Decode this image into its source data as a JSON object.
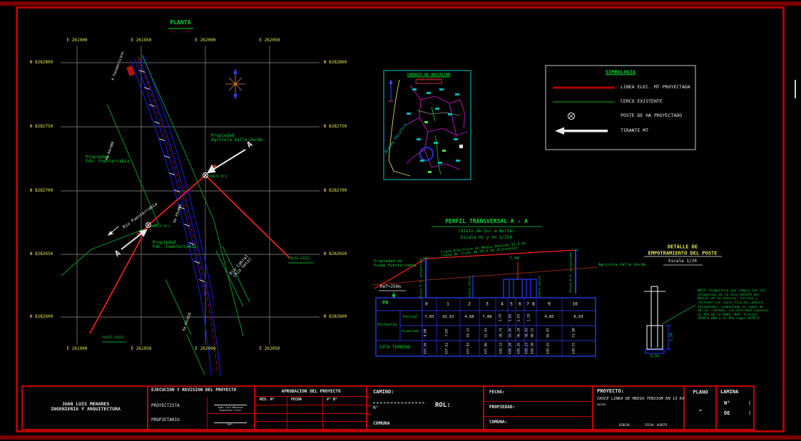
{
  "plan": {
    "title": "PLANTA",
    "scale": "ESC. 1/500",
    "grid": {
      "top": [
        "E 261900",
        "E 261950",
        "E 262000",
        "E 262050"
      ],
      "bottom": [
        "E 261900",
        "E 261950",
        "E 262000",
        "E 262050"
      ],
      "left": [
        "N 8282800",
        "N 8282750",
        "N 8282700",
        "N 8282650",
        "N 8282600"
      ],
      "right": [
        "N 8282800",
        "N 8282750",
        "N 8282700",
        "N 8282650",
        "N 8282600"
      ]
    },
    "labels": {
      "prop_left1": "Propiedad",
      "prop_left2": "Fdo. Fuenterrabia",
      "prop_right1": "Propiedad",
      "prop_right2": "Agricola Valle Verde",
      "prop_bottom1": "Propiedad",
      "prop_bottom2": "Fdo. Fuenterrabia",
      "rio_main": "Rio Fuenterrabia",
      "rio_sec1": "Rio Cabral",
      "rio_sec2": "(Rio Seco)",
      "road_top": "A Panamericana",
      "km1": "Km 04+980",
      "km2": "Km 05+000",
      "km3": "Km 05+020",
      "poste1": "POSTE N°1",
      "poste2": "POSTE N°2",
      "exist1": "POSTE EXIST.",
      "exist2": "POSTE EXIST.",
      "section": "A"
    }
  },
  "croquis": {
    "title": "CROQUIS DE UBICACION",
    "subtitle": "(SIN ESCALA)",
    "ocean": "Oceano Pacifico"
  },
  "legend": {
    "title": "SIMBOLOGIA",
    "items": [
      "LINEA ELEC. MT PROYECTADA",
      "CERCO EXISTENTE",
      "POSTE DE HA PROYECTADO",
      "TIRANTE MT"
    ]
  },
  "profile": {
    "title": "PERFIL TRANSVERSAL A - A",
    "subtitle": "(Visto de Sur a Norte)",
    "scale": "Escala Hz y V= 1/250",
    "note1": "Cruce electrico en Media Tension 13.2 Kv",
    "note2": "(vano de cruce de 50 m de distancia)",
    "ref": "Ref=250m",
    "dim": "7,44",
    "prop_left1": "Propiedad de",
    "prop_left2": "Fundo Fuenterrabia",
    "prop_right": "Agricola Valle Verde",
    "marks": [
      "Poste H.A. proyectado",
      "cerco exist.",
      "cerco exist.",
      "Poste H.A. proyectado"
    ],
    "table": {
      "pr_label": "PR",
      "distancia_label": "Distancia",
      "parcial_label": "Parcial",
      "acumulado_label": "Acumulado",
      "cota_label": "COTA TERRENO",
      "pr": [
        "0",
        "1",
        "2",
        "3",
        "4",
        "5",
        "6",
        "7",
        "8",
        "9",
        "10"
      ],
      "parcial": [
        "7,83",
        "10,32",
        "4,68",
        "7,88",
        "2,55",
        "3,02",
        "2,65",
        "1,19",
        "4,85",
        "6,93"
      ],
      "acumulado": [
        "0,00",
        "7,83",
        "18,15",
        "22,83",
        "30,71",
        "33,26",
        "36,28",
        "38,93",
        "40,12",
        "44,97",
        "51,90"
      ],
      "cota": [
        "437,56",
        "437,62",
        "437,93",
        "437,86",
        "438,13",
        "438,20",
        "438,26",
        "438,23",
        "438,30",
        "438,42",
        "438,51"
      ]
    }
  },
  "detail": {
    "title1": "DETALLE DE",
    "title2": "EMPOTRAMIENTO DEL POSTE",
    "scale": "Escala 1/20",
    "dim_v": "1,50",
    "dim_h": "0,50",
    "note_lines": [
      "NOTA: Asegurarse que cumpla con las",
      "exigencias de la Guia AASHTO del",
      "Manual de Carreteras; terreno a",
      "rellenar con suelo fino de cantera",
      "zarandeado, compactado en capas de",
      "20 cm; vibrado, con densidad superior",
      "al 95% de la DENS. MAX. Proctor",
      "ASTM D 698 o el 95% segun ASTM D"
    ]
  },
  "titleblock": {
    "company_line1": "JUAN LUIS MENARES",
    "company_line2": "INGENIERIA Y ARQUITECTURA",
    "ejecucion_header": "EJECUCION Y REVISION DEL PROYECTO",
    "proyectista_label": "PROYECTISTA",
    "propietario_label": "PROPIETARIO",
    "sig_name": "Juan Luis Menares",
    "sig_title": "Ingeniero Civil",
    "rut_label": "RUT:",
    "aprobacion_header": "APROBACION DEL PROYECTO",
    "col_res": "RES. N°",
    "col_fecha": "FECHA",
    "col_vb": "V° B°",
    "camino_label": "CAMINO:",
    "n_label": "N°",
    "comuna_label": "COMUNA",
    "rol_label": "ROL:",
    "fecha_label": "FECHA:",
    "propiedad_label": "PROPIEDAD:",
    "comuna2_label": "COMUNA:",
    "proyecto_label": "PROYECTO:",
    "proyecto_title": "CRUCE LINEA DE MEDIA TENSION EN 13 KV",
    "proyecto_sub": "aereo",
    "dibujo_label": "DIBUJO:",
    "fecha_value": "FECHA: AGOSTO",
    "plano_label": "PLANO",
    "plano_value": "-",
    "lamina_label": "LAMINA",
    "lamina_n": "N°",
    "lamina_de": "DE",
    "lamina_cut": "("
  }
}
